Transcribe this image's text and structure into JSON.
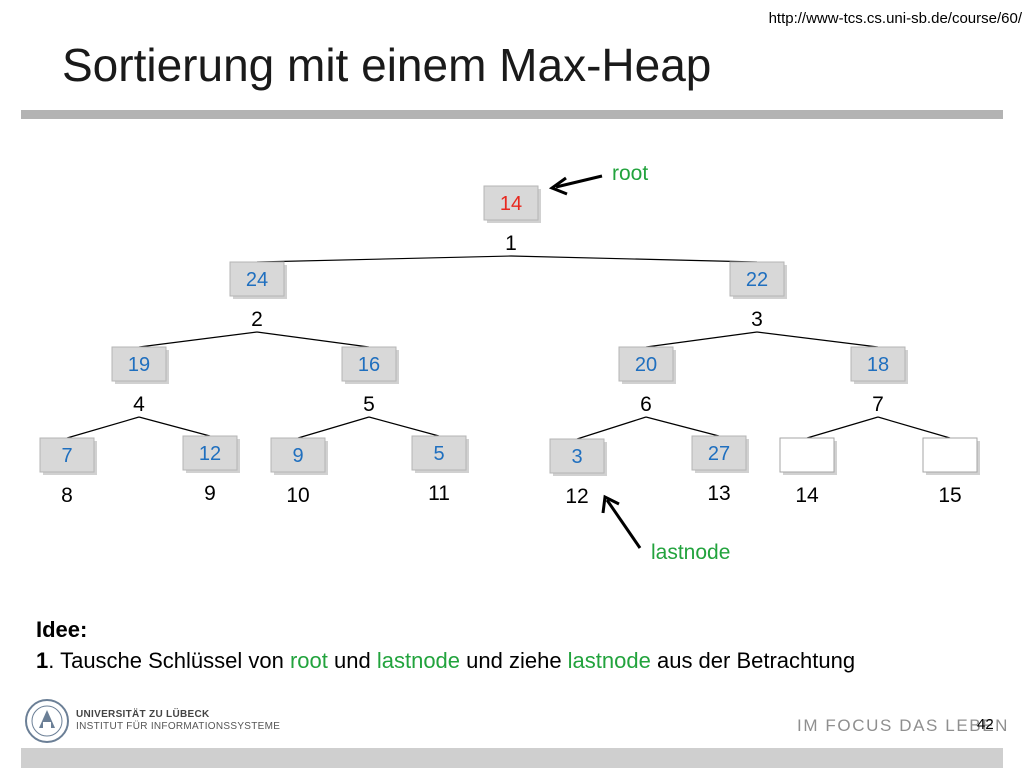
{
  "url": "http://www-tcs.cs.uni-sb.de/course/60/",
  "title": "Sortierung mit einem Max-Heap",
  "nodes": [
    {
      "key": "14",
      "index": "1"
    },
    {
      "key": "24",
      "index": "2"
    },
    {
      "key": "22",
      "index": "3"
    },
    {
      "key": "19",
      "index": "4"
    },
    {
      "key": "16",
      "index": "5"
    },
    {
      "key": "20",
      "index": "6"
    },
    {
      "key": "18",
      "index": "7"
    },
    {
      "key": "7",
      "index": "8"
    },
    {
      "key": "12",
      "index": "9"
    },
    {
      "key": "9",
      "index": "10"
    },
    {
      "key": "5",
      "index": "11"
    },
    {
      "key": "3",
      "index": "12"
    },
    {
      "key": "27",
      "index": "13"
    },
    {
      "key": "",
      "index": "14"
    },
    {
      "key": "",
      "index": "15"
    }
  ],
  "markers": {
    "root_label": "root",
    "lastnode_label": "lastnode"
  },
  "idea": {
    "heading": "Idee:",
    "step_number": "1",
    "text_1": ". Tausche Schlüssel von ",
    "root": "root",
    "text_2": " und ",
    "lastnode_1": "lastnode",
    "text_3": " und ziehe ",
    "lastnode_2": "lastnode",
    "text_4": " aus der Betrachtung"
  },
  "footer": {
    "university": "UNIVERSITÄT ZU LÜBECK",
    "institute": "INSTITUT FÜR INFORMATIONSSYSTEME",
    "slogan": "IM FOCUS DAS LEBEN",
    "page_number": "42"
  },
  "colors": {
    "key_text": "#1f6fbf",
    "root_key_text": "#e8281f",
    "marker_text": "#22a33d",
    "node_fill": "#d8d8d8"
  }
}
